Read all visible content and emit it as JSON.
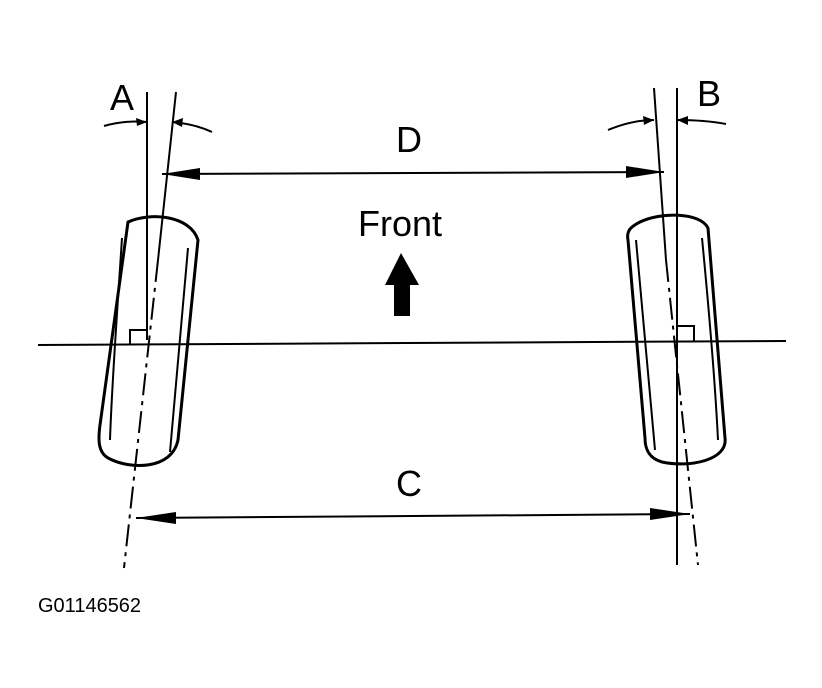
{
  "labels": {
    "a": "A",
    "b": "B",
    "c": "C",
    "d": "D",
    "front": "Front"
  },
  "figure_code": "G01146562"
}
